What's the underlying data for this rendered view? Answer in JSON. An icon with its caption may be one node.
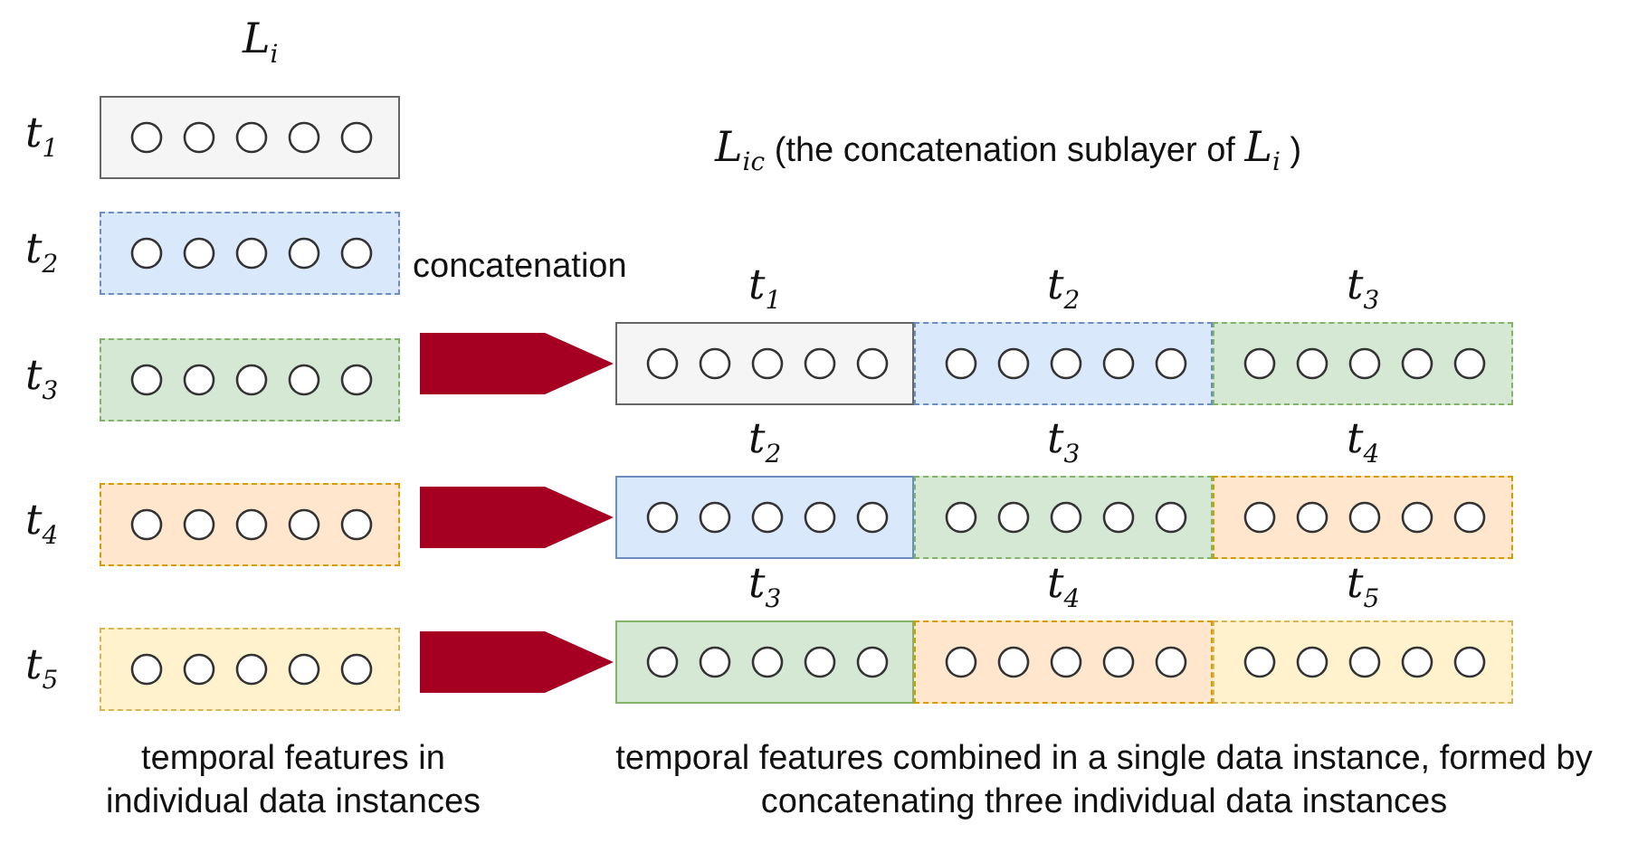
{
  "diagram": {
    "nodes": [
      {
        "text": [],
        "shape": "box",
        "beside": [
          "t$_{1}$"
        ]
      },
      {
        "text": [],
        "shape": "box",
        "beside": [
          "t$_{2}$"
        ]
      },
      {
        "text": [],
        "shape": "box",
        "beside": [
          "t$_{3}$"
        ]
      },
      {
        "text": [],
        "shape": "box",
        "beside": [
          "t$_{4}$"
        ]
      },
      {
        "text": [],
        "shape": "box",
        "beside": [
          "t$_{5}$"
        ]
      },
      {
        "text": [],
        "shape": "box"
      },
      {
        "text": [
          "t$_{1}$"
        ],
        "in": 5
      },
      {
        "text": [
          "t$_{2}$"
        ],
        "in": 5
      },
      {
        "text": [
          "t$_{3}$"
        ],
        "in": 5
      },
      {
        "text": [],
        "shape": "box"
      },
      {
        "text": [
          "t$_{2}$"
        ],
        "in": 9
      },
      {
        "text": [
          "t$_{3}$"
        ],
        "in": 9
      },
      {
        "text": [
          "t$_{4}$"
        ],
        "in": 9
      },
      {
        "text": [],
        "shape": "box"
      },
      {
        "text": [
          "t$_{3}$"
        ],
        "in": 13
      },
      {
        "text": [
          "t$_{4}$"
        ],
        "in": 13
      },
      {
        "text": [
          "t$_{5}$"
        ],
        "in": 13
      }
    ],
    "edges": [
      {
        "from": 2,
        "to": 5,
        "arrow": "to",
        "color": "#a50021"
      },
      {
        "from": 3,
        "to": 9,
        "arrow": "to",
        "color": "#a50021"
      },
      {
        "from": 4,
        "to": 13,
        "arrow": "to",
        "color": "#a50021"
      }
    ],
    "labels": [
      "L$_{i}$",
      "L$_{ic}$ (the concatenation sublayer of L$_{i}$ )",
      "concatenation",
      "temporal features in individual data instances",
      "temporal features combined in a single data instance, formed by concatenating three individual data instances"
    ]
  }
}
